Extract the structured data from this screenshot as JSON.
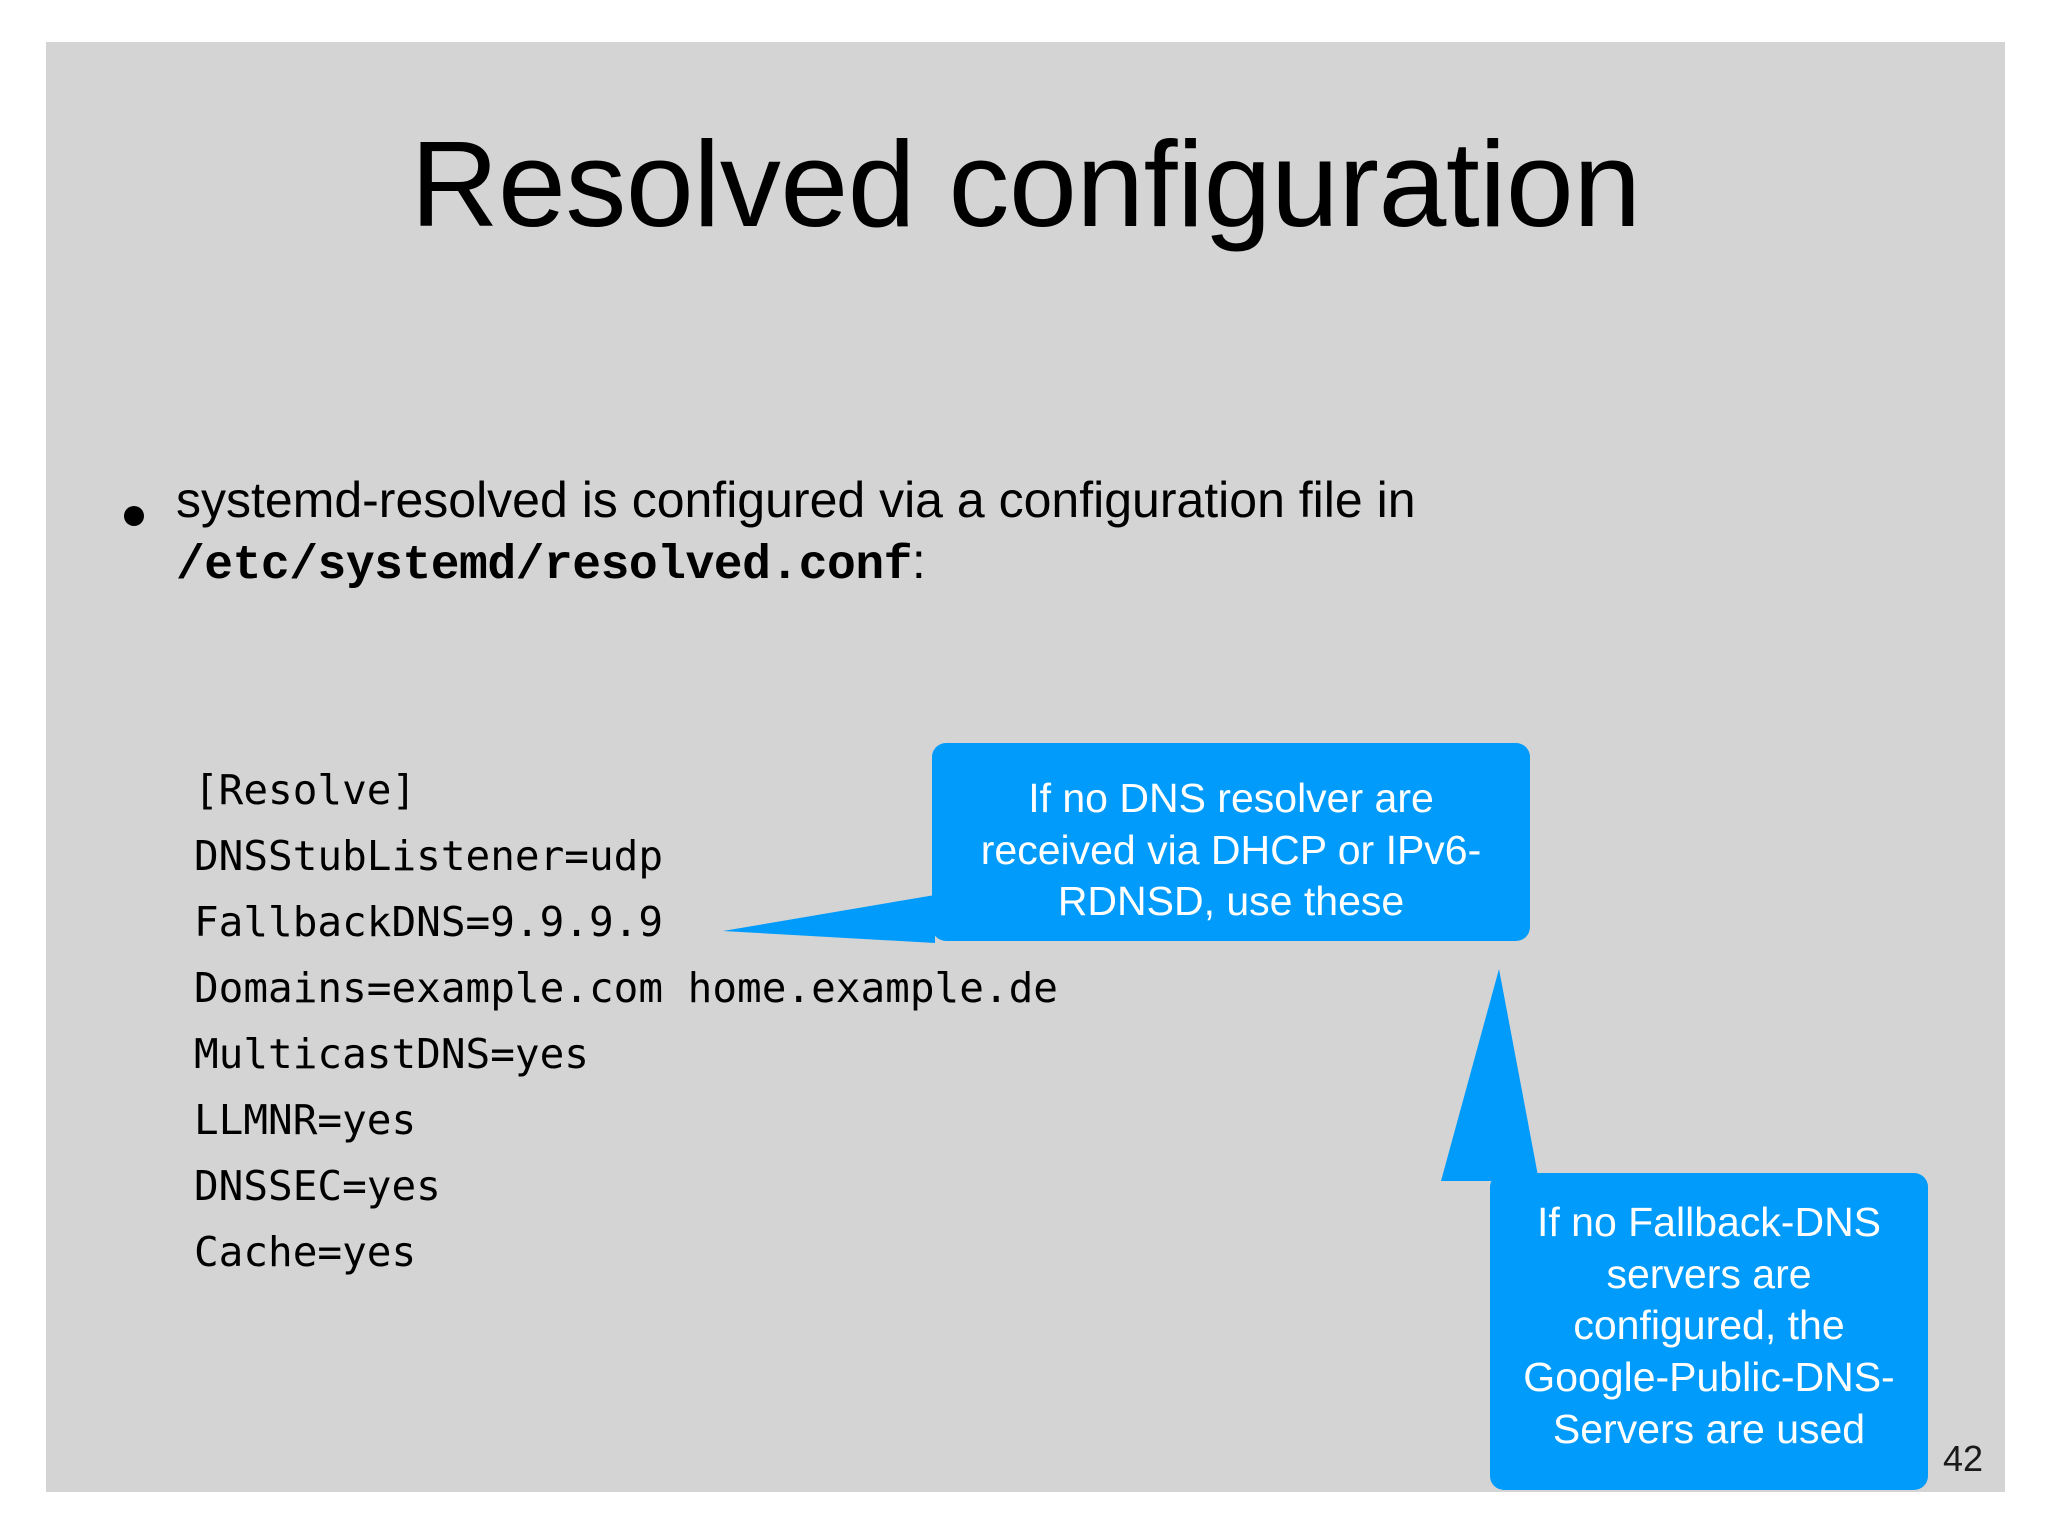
{
  "slide": {
    "title": "Resolved configuration",
    "page_number": "42",
    "background_color": "#d4d4d4",
    "accent_color": "#009bfb",
    "text_color": "#000000"
  },
  "bullets": [
    {
      "text_before": "systemd-resolved is configured via a configuration file in ",
      "code": "/etc/systemd/resolved.conf",
      "text_after": ":"
    }
  ],
  "config": {
    "file": "/etc/systemd/resolved.conf",
    "lines": [
      "[Resolve]",
      "DNSStubListener=udp",
      "FallbackDNS=9.9.9.9",
      "Domains=example.com home.example.de",
      "MulticastDNS=yes",
      "LLMNR=yes",
      "DNSSEC=yes",
      "Cache=yes"
    ]
  },
  "callouts": [
    {
      "id": "fallback-dns-callout",
      "text": "If no DNS resolver are received via DHCP or IPv6-RDNSD, use these",
      "points_to": "FallbackDNS=9.9.9.9",
      "direction": "left"
    },
    {
      "id": "google-dns-callout",
      "text": "If no Fallback-DNS servers are configured, the Google-Public-DNS-Servers are used",
      "points_to": "fallback-dns-callout",
      "direction": "up"
    }
  ]
}
